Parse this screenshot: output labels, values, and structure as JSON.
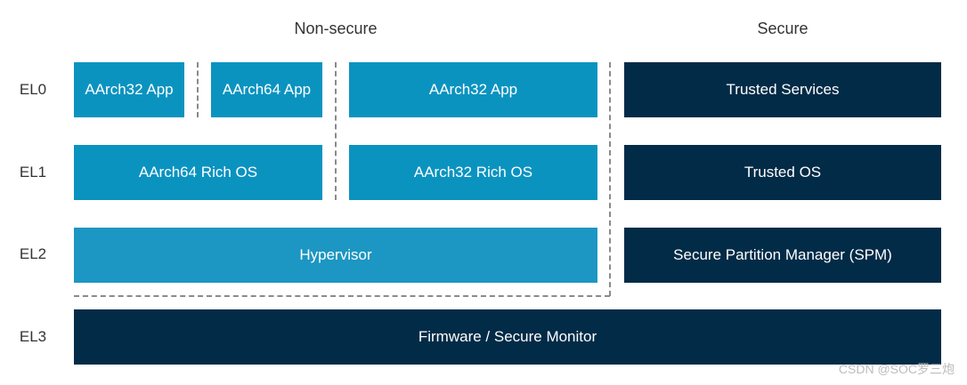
{
  "headers": {
    "non_secure": "Non-secure",
    "secure": "Secure"
  },
  "levels": [
    "EL0",
    "EL1",
    "EL2",
    "EL3"
  ],
  "el0": {
    "aarch32_app_small": "AArch32 App",
    "aarch64_app_small": "AArch64 App",
    "aarch32_app": "AArch32 App",
    "trusted_services": "Trusted Services"
  },
  "el1": {
    "aarch64_rich_os": "AArch64 Rich OS",
    "aarch32_rich_os": "AArch32 Rich OS",
    "trusted_os": "Trusted OS"
  },
  "el2": {
    "hypervisor": "Hypervisor",
    "spm": "Secure Partition Manager (SPM)"
  },
  "el3": {
    "firmware": "Firmware / Secure Monitor"
  },
  "watermark": "CSDN @SOC罗三炮",
  "colors": {
    "non_secure": "#0b93c0",
    "hypervisor": "#1c96c2",
    "secure": "#022b47",
    "dashed_line": "#8a8a8a"
  }
}
